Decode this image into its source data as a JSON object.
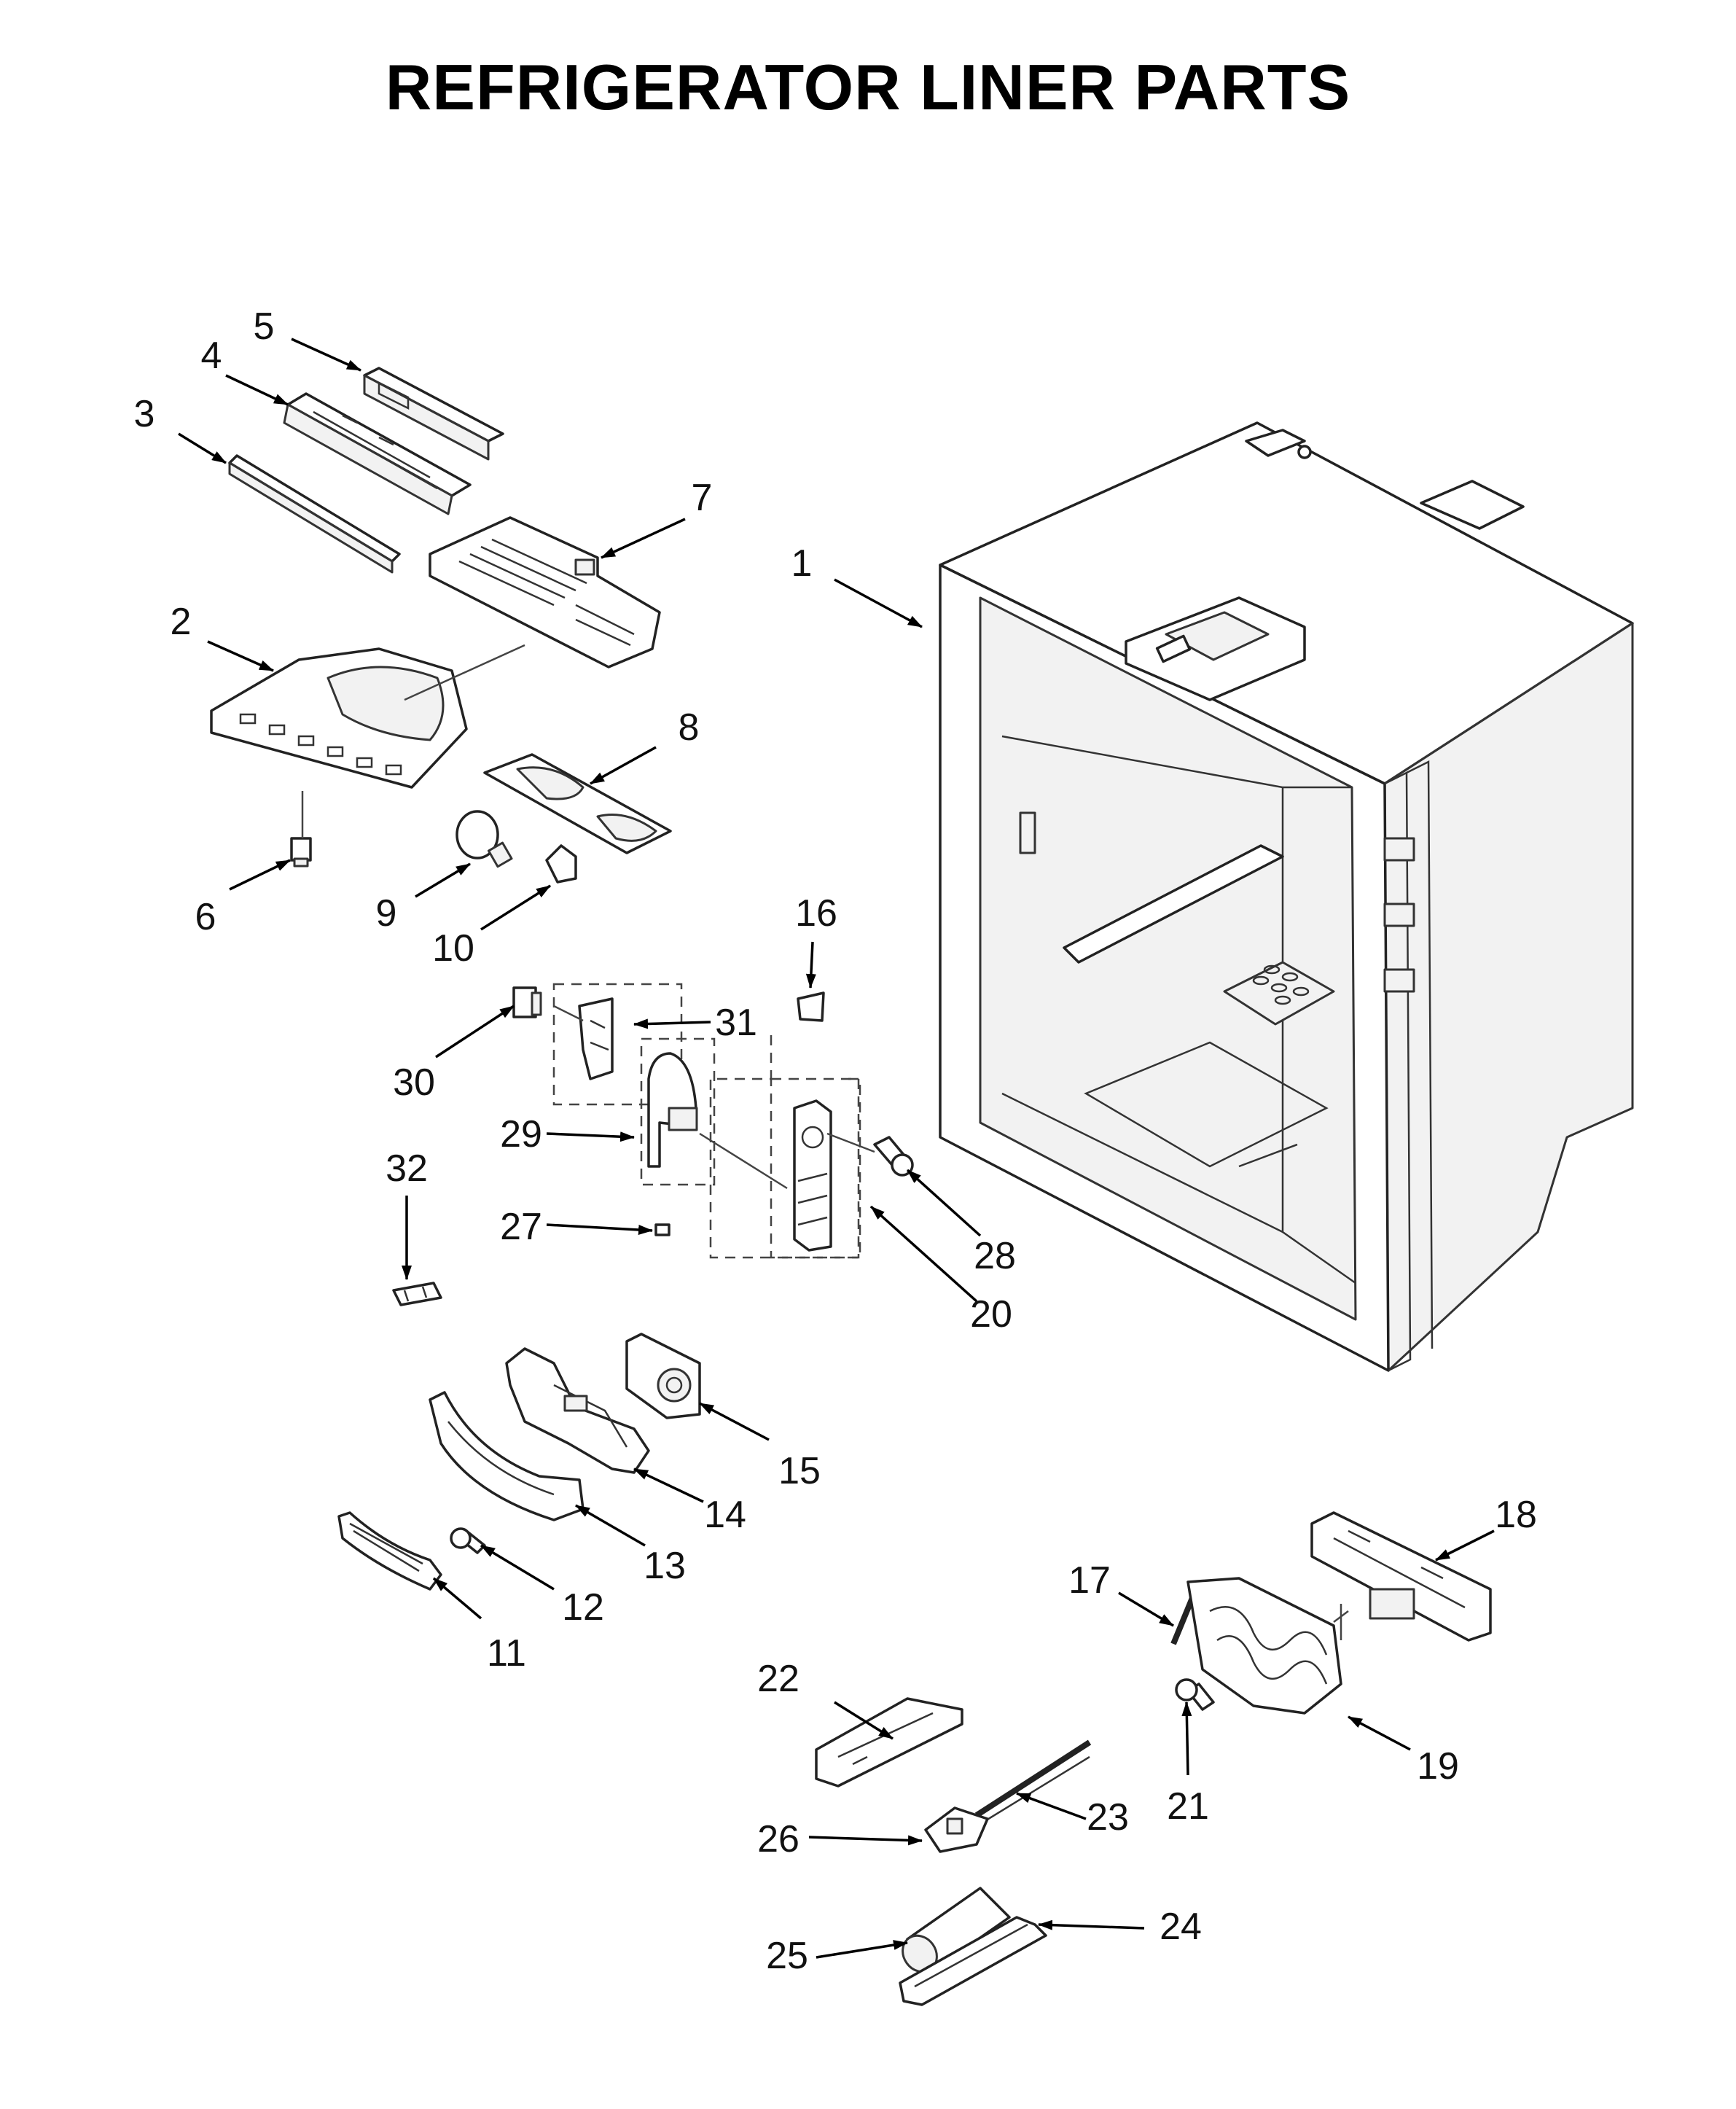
{
  "title": "REFRIGERATOR LINER PARTS",
  "callouts": [
    "1",
    "2",
    "3",
    "4",
    "5",
    "6",
    "7",
    "8",
    "9",
    "10",
    "11",
    "12",
    "13",
    "14",
    "15",
    "16",
    "17",
    "18",
    "19",
    "20",
    "21",
    "22",
    "23",
    "24",
    "25",
    "26",
    "27",
    "28",
    "29",
    "30",
    "31",
    "32"
  ]
}
